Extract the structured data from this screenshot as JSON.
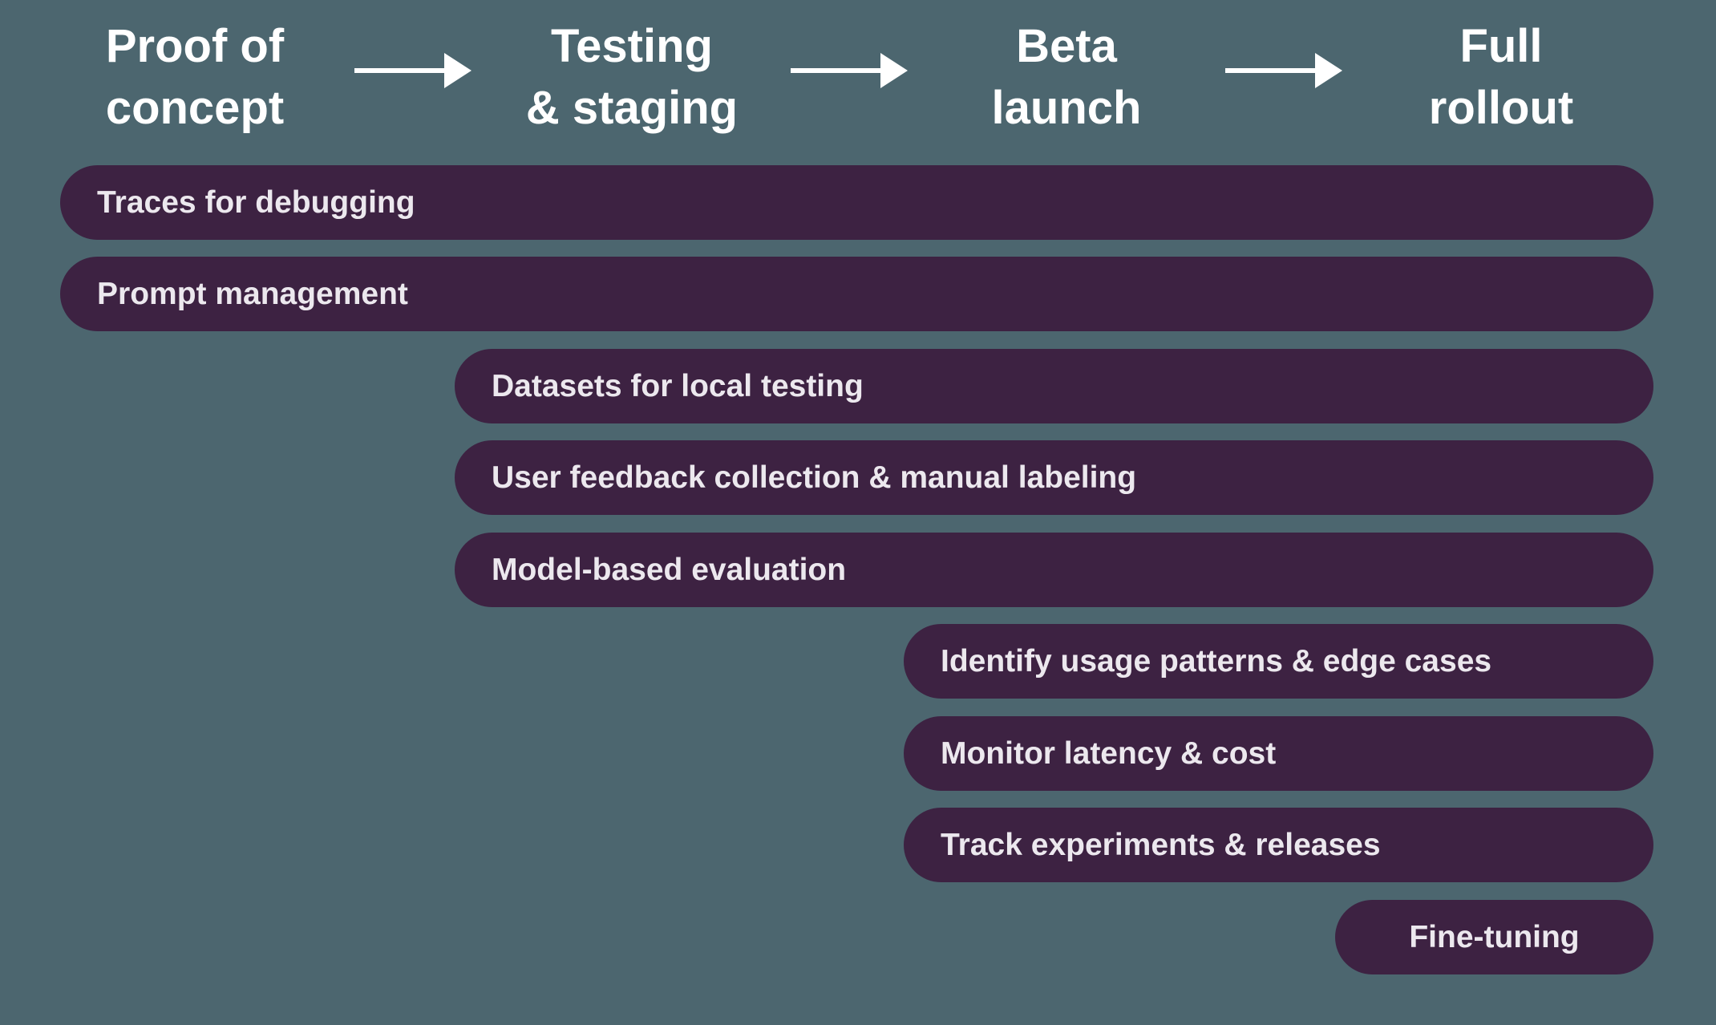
{
  "diagram": {
    "colors": {
      "background": "#4c666f",
      "bar": "#3d2242",
      "bar_text": "#ece8ee",
      "header_text": "#ffffff"
    },
    "stages": [
      {
        "label": "Proof of concept",
        "line1": "Proof of",
        "line2": "concept"
      },
      {
        "label": "Testing & staging",
        "line1": "Testing",
        "line2": "& staging"
      },
      {
        "label": "Beta launch",
        "line1": "Beta",
        "line2": "launch"
      },
      {
        "label": "Full rollout",
        "line1": "Full",
        "line2": "rollout"
      }
    ],
    "bars": [
      {
        "label": "Traces for debugging",
        "start_stage": "Proof of concept",
        "end_stage": "Full rollout"
      },
      {
        "label": "Prompt management",
        "start_stage": "Proof of concept",
        "end_stage": "Full rollout"
      },
      {
        "label": "Datasets for local testing",
        "start_stage": "Testing & staging",
        "end_stage": "Full rollout"
      },
      {
        "label": "User feedback collection & manual labeling",
        "start_stage": "Testing & staging",
        "end_stage": "Full rollout"
      },
      {
        "label": "Model-based evaluation",
        "start_stage": "Testing & staging",
        "end_stage": "Full rollout"
      },
      {
        "label": "Identify usage patterns & edge cases",
        "start_stage": "Beta launch",
        "end_stage": "Full rollout"
      },
      {
        "label": "Monitor latency & cost",
        "start_stage": "Beta launch",
        "end_stage": "Full rollout"
      },
      {
        "label": "Track experiments & releases",
        "start_stage": "Beta launch",
        "end_stage": "Full rollout"
      },
      {
        "label": "Fine-tuning",
        "start_stage": "Full rollout",
        "end_stage": "Full rollout"
      }
    ]
  }
}
